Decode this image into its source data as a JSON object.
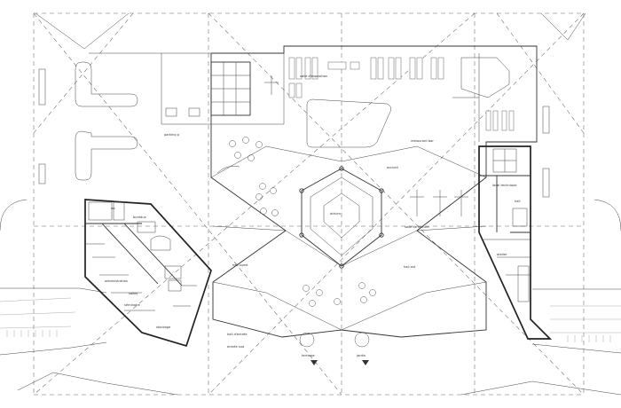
{
  "labels": {
    "book_storage": "parking p",
    "exhibition": "salle d'exposition",
    "cafe": "restaurant bar",
    "info": "accueil",
    "reading": "salle de lecture",
    "center": "atrium",
    "west_hall": "hall ouest",
    "east_hall": "hall est",
    "admin": "administration",
    "offices": "bureaux",
    "rooms": "salles",
    "seminar": "séminaire",
    "storage": "stockage",
    "workshop": "atelier",
    "lobby": "hall d'entrée",
    "terrace": "terrasse",
    "garden": "jardin",
    "tech": "local technique",
    "wc": "wc",
    "hall": "hall",
    "south_entry": "entrée sud"
  },
  "colors": {
    "line": "#333333",
    "background": "#ffffff"
  }
}
